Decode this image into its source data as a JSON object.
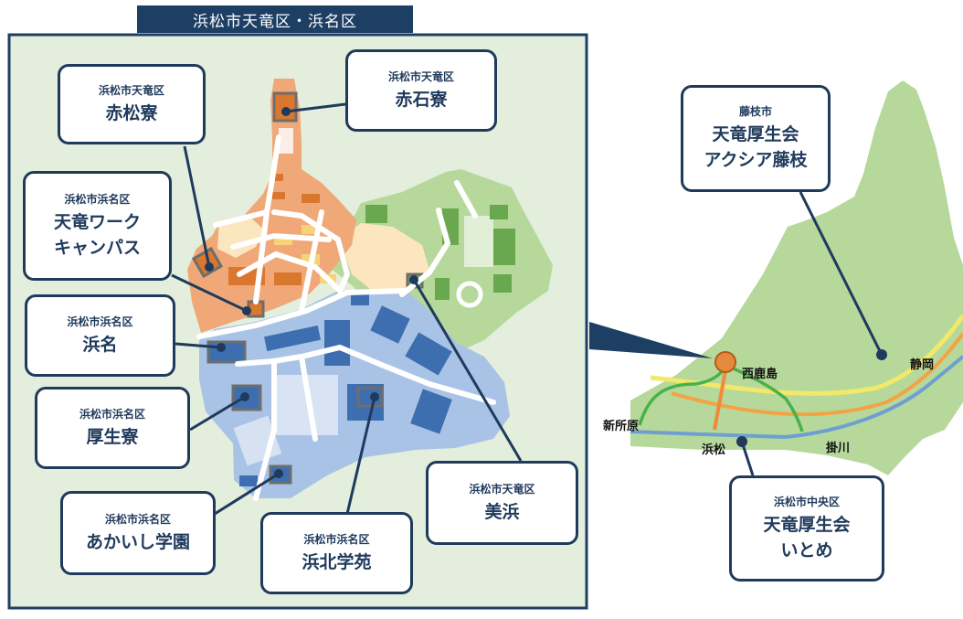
{
  "region_title": "浜松市天竜区・浜名区",
  "colors": {
    "frame": "#1e3f64",
    "inset_background": "#e3eedc",
    "zone_orange": "#f0a878",
    "zone_blue": "#a9c3e6",
    "zone_green": "#b7d89b",
    "zone_cream": "#fbe6bf",
    "marker_fill": "#e58a3c",
    "line_yellow": "#f2e86a",
    "line_orange": "#f2a444",
    "line_blue": "#6f9fd0",
    "line_green": "#48b14a",
    "line_connector": "#f08a3a"
  },
  "callouts": {
    "akamatsu": {
      "area": "浜松市天竜区",
      "name": "赤松寮"
    },
    "akaishi": {
      "area": "浜松市天竜区",
      "name": "赤石寮"
    },
    "tenryu_work": {
      "area": "浜松市浜名区",
      "name_line1": "天竜ワーク",
      "name_line2": "キャンパス"
    },
    "hamana": {
      "area": "浜松市浜名区",
      "name": "浜名"
    },
    "koseiryo": {
      "area": "浜松市浜名区",
      "name": "厚生寮"
    },
    "akaishi_gakuen": {
      "area": "浜松市浜名区",
      "name": "あかいし学園"
    },
    "hamakita": {
      "area": "浜松市浜名区",
      "name": "浜北学苑"
    },
    "mihama": {
      "area": "浜松市天竜区",
      "name": "美浜"
    },
    "fujieda": {
      "area": "藤枝市",
      "name_line1": "天竜厚生会",
      "name_line2": "アクシア藤枝"
    },
    "itome": {
      "area": "浜松市中央区",
      "name_line1": "天竜厚生会",
      "name_line2": "いとめ"
    }
  },
  "stations": {
    "nishikashima": "西鹿島",
    "shinjohara": "新所原",
    "hamamatsu": "浜松",
    "kakegawa": "掛川",
    "shizuoka": "静岡"
  }
}
